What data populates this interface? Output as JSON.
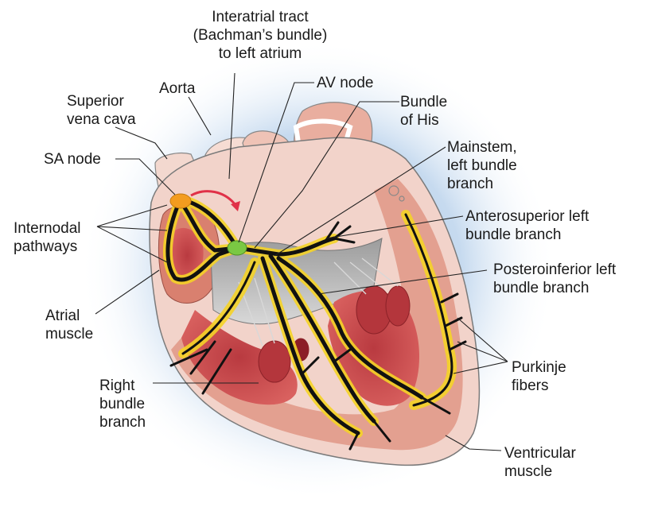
{
  "labels": {
    "interatrial": [
      "Interatrial tract",
      "(Bachman’s bundle)",
      "to left atrium"
    ],
    "aorta": "Aorta",
    "av_node": "AV node",
    "superior_vena_cava": [
      "Superior",
      "vena cava"
    ],
    "bundle_of_his": [
      "Bundle",
      "of His"
    ],
    "sa_node": "SA node",
    "mainstem": [
      "Mainstem,",
      "left bundle",
      "branch"
    ],
    "internodal": [
      "Internodal",
      "pathways"
    ],
    "anterosuperior": [
      "Anterosuperior left",
      "bundle branch"
    ],
    "posteroinferior": [
      "Posteroinferior left",
      "bundle branch"
    ],
    "atrial_muscle": [
      "Atrial",
      "muscle"
    ],
    "purkinje": [
      "Purkinje",
      "fibers"
    ],
    "right_bundle": [
      "Right",
      "bundle",
      "branch"
    ],
    "ventricular": [
      "Ventricular",
      "muscle"
    ]
  },
  "colors": {
    "glow": "#bcd3ea",
    "heart_outer": "#f2d2c9",
    "muscle": "#e8a594",
    "chamber_red": "#c9464a",
    "chamber_dark": "#a3282f",
    "valve_gray": "#b5b5b5",
    "conduction_fill": "#111111",
    "conduction_glow": "#f5d327",
    "sa_node": "#f39c1f",
    "av_node": "#7ac843",
    "arrow_red": "#e03148",
    "leader": "#222222"
  }
}
